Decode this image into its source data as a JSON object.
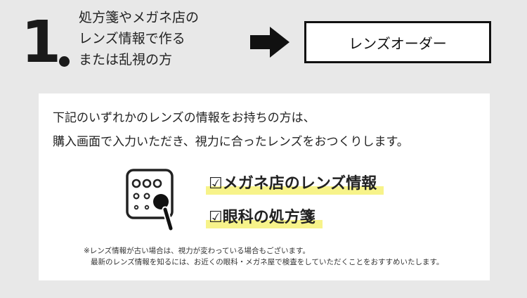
{
  "step": {
    "number": "1",
    "lines": [
      "処方箋やメガネ店の",
      "レンズ情報で作る",
      "または乱視の方"
    ]
  },
  "order_button": {
    "label": "レンズオーダー"
  },
  "info": {
    "lines": [
      "下記のいずれかのレンズの情報をお持ちの方は、",
      "購入画面で入力いただき、視力に合ったレンズをおつくりします。"
    ],
    "options": [
      "☑メガネ店のレンズ情報",
      "☑眼科の処方箋"
    ],
    "note_lines": [
      "※レンズ情報が古い場合は、視力が変わっている場合もございます。",
      "最新のレンズ情報を知るには、お近くの眼科・メガネ屋で検査をしていただくことをおすすめいたします。"
    ]
  },
  "icons": {
    "arrow": "arrow-right-icon",
    "chart": "eye-chart-magnifier-icon"
  },
  "colors": {
    "background": "#e8e8e8",
    "highlight": "#f7f38a",
    "text": "#222222"
  }
}
